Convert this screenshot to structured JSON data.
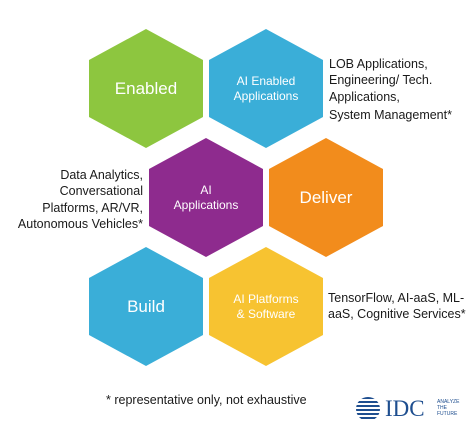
{
  "hexagons": [
    {
      "id": "enabled",
      "label": "Enabled",
      "color": "#8dc63f"
    },
    {
      "id": "ai-enabled-applications",
      "label": "AI Enabled\nApplications",
      "color": "#3aaed8"
    },
    {
      "id": "ai-applications",
      "label": "AI\nApplications",
      "color": "#8e2b8e"
    },
    {
      "id": "deliver",
      "label": "Deliver",
      "color": "#f28c1c"
    },
    {
      "id": "build",
      "label": "Build",
      "color": "#3aaed8"
    },
    {
      "id": "ai-platforms-software",
      "label": "AI Platforms\n& Software",
      "color": "#f7c331"
    }
  ],
  "annotations": {
    "lob": "LOB Applications,\nEngineering/ Tech.\nApplications,",
    "system_management": "System Management*",
    "data_analytics": "Data Analytics,\nConversational\nPlatforms, AR/VR,\nAutonomous Vehicles*",
    "tensorflow": "TensorFlow, AI-aaS, ML-\naaS, Cognitive Services*"
  },
  "footnote": "* representative only, not exhaustive",
  "logo": {
    "name": "IDC",
    "tagline": "ANALYZE\nTHE\nFUTURE",
    "color": "#1e4e8f"
  }
}
